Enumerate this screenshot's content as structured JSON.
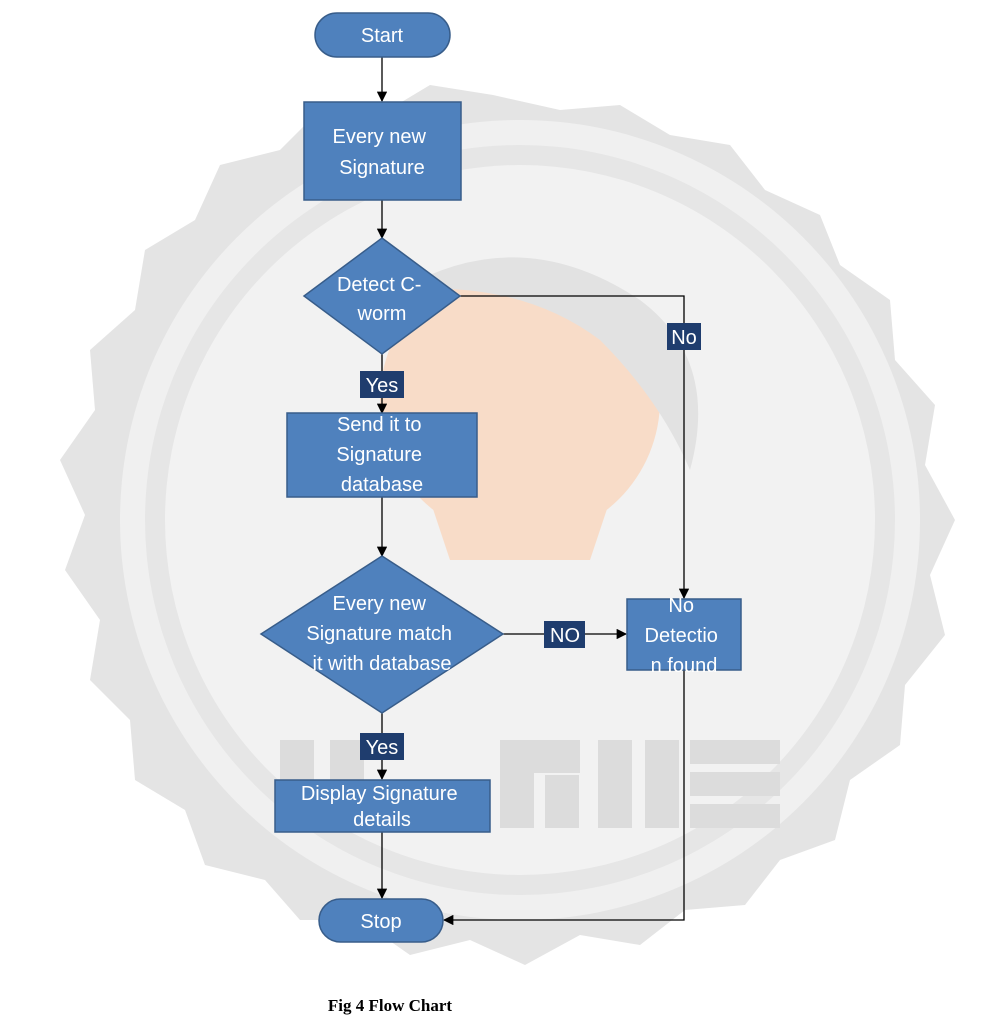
{
  "colors": {
    "node_fill": "#4F81BD",
    "node_stroke": "#385D8A",
    "edge_label_fill": "#1F3D6E",
    "watermark": "#e3e3e3",
    "watermark_accent": "#f7d9c4"
  },
  "watermark": {
    "logo": "IJARIIE",
    "icon": "seal-lightbulb-globe-icon"
  },
  "flowchart": {
    "start": "Start",
    "step_signature": [
      "Every new",
      "Signature"
    ],
    "decision_cworm": [
      "Detect C-",
      "worm"
    ],
    "step_send": [
      "Send it to",
      "Signature",
      "database"
    ],
    "decision_match": [
      "Every new",
      "Signature match",
      "it with database"
    ],
    "step_no_detection": [
      "No",
      "Detectio",
      "n found"
    ],
    "step_display": [
      "Display Signature",
      "details"
    ],
    "stop": "Stop",
    "label_yes_1": "Yes",
    "label_no": "No",
    "label_yes_2": "Yes",
    "label_no_2": "NO"
  },
  "caption": "Fig 4 Flow Chart"
}
